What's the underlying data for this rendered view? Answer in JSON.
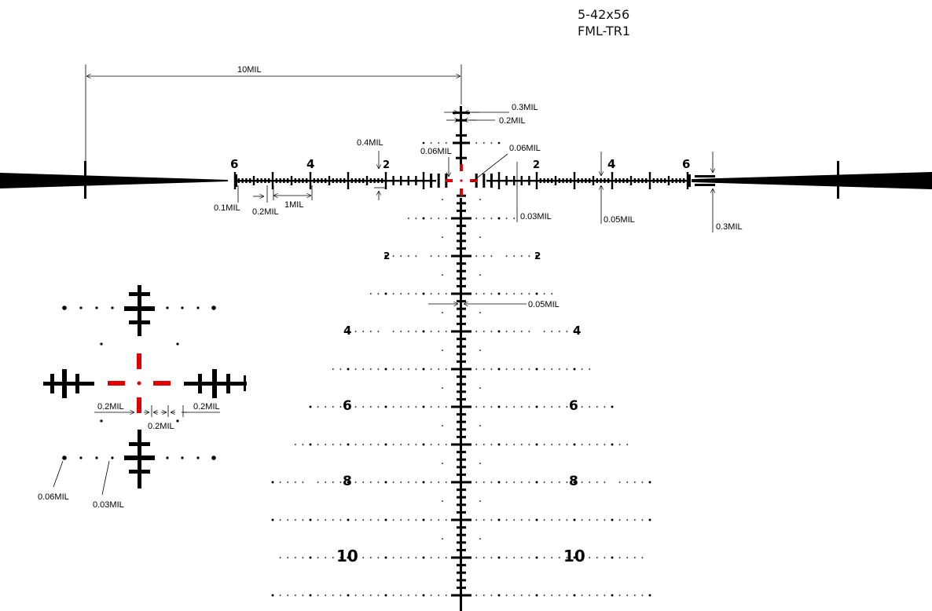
{
  "model": {
    "line1": "5-42x56",
    "line2": "FML-TR1"
  },
  "colors": {
    "reticle": "#000000",
    "center_aim": "#e00000",
    "background": "#ffffff"
  },
  "horizontal_numbers": {
    "left_6": "6",
    "left_4": "4",
    "left_2": "2",
    "right_2": "2",
    "right_4": "4",
    "right_6": "6"
  },
  "tree_numbers": [
    {
      "left": "2",
      "right": "2"
    },
    {
      "left": "4",
      "right": "4"
    },
    {
      "left": "6",
      "right": "6"
    },
    {
      "left": "8",
      "right": "8"
    },
    {
      "left": "10",
      "right": "10"
    }
  ],
  "dimensions": {
    "span_10mil": "10MIL",
    "post_0_3mil": "0.3MIL",
    "post_0_2mil": "0.2MIL",
    "gap_0_4mil": "0.4MIL",
    "dot_0_06mil_left": "0.06MIL",
    "dot_0_06mil_right": "0.06MIL",
    "tick_0_1mil": "0.1MIL",
    "tick_0_2mil": "0.2MIL",
    "tick_1mil": "1MIL",
    "line_0_03mil": "0.03MIL",
    "line_0_05mil_right": "0.05MIL",
    "post_0_3mil_right": "0.3MIL",
    "vertical_0_05mil": "0.05MIL"
  },
  "inset": {
    "label_left": "0.2MIL",
    "label_right": "0.2MIL",
    "label_center": "0.2MIL",
    "dot_label_large": "0.06MIL",
    "dot_label_small": "0.03MIL"
  }
}
